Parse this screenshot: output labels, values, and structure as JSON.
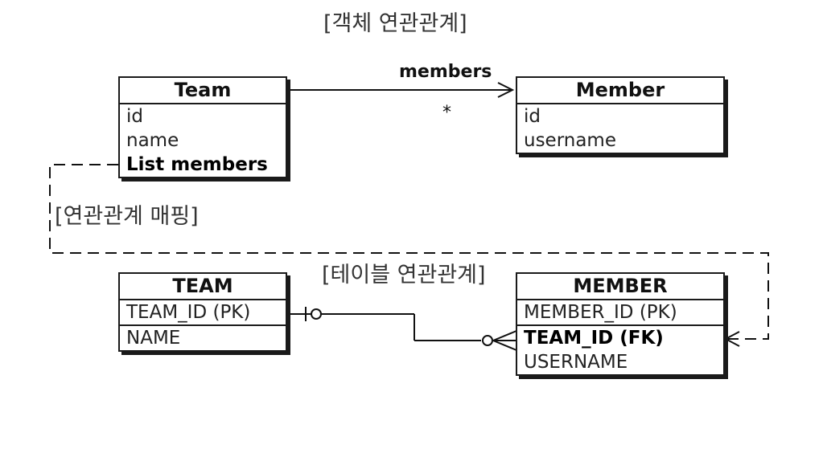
{
  "captions": {
    "object_model": "[객체 연관관계]",
    "mapping": "[연관관계 매핑]",
    "table_model": "[테이블 연관관계]"
  },
  "object_entities": {
    "team": {
      "name": "Team",
      "fields": [
        "id",
        "name",
        "List members"
      ]
    },
    "member": {
      "name": "Member",
      "fields": [
        "id",
        "username"
      ]
    }
  },
  "association": {
    "label": "members",
    "multiplicity": "*"
  },
  "table_entities": {
    "team": {
      "name": "TEAM",
      "pk": "TEAM_ID (PK)",
      "columns": [
        "NAME"
      ]
    },
    "member": {
      "name": "MEMBER",
      "pk": "MEMBER_ID (PK)",
      "fk": "TEAM_ID (FK)",
      "columns": [
        "USERNAME"
      ]
    }
  }
}
